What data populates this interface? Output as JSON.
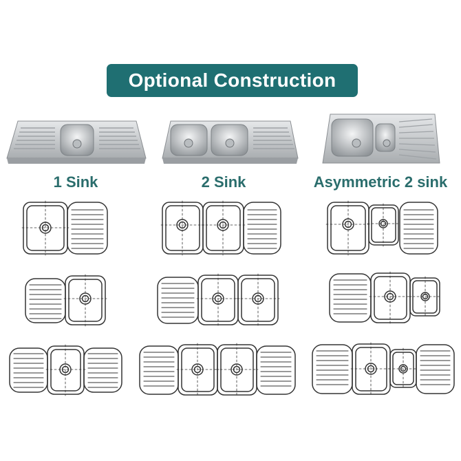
{
  "banner": {
    "title": "Optional Construction"
  },
  "columns": [
    {
      "label": "1 Sink"
    },
    {
      "label": "2 Sink"
    },
    {
      "label": "Asymmetric 2 sink"
    }
  ],
  "colors": {
    "banner": "#1f6f72",
    "label": "#2a6d6c",
    "line": "#333333",
    "steel": "#c9ccce"
  },
  "icons": [
    "sink-photo",
    "sink-line-drawing",
    "drain-icon",
    "drainboard-ribs"
  ]
}
